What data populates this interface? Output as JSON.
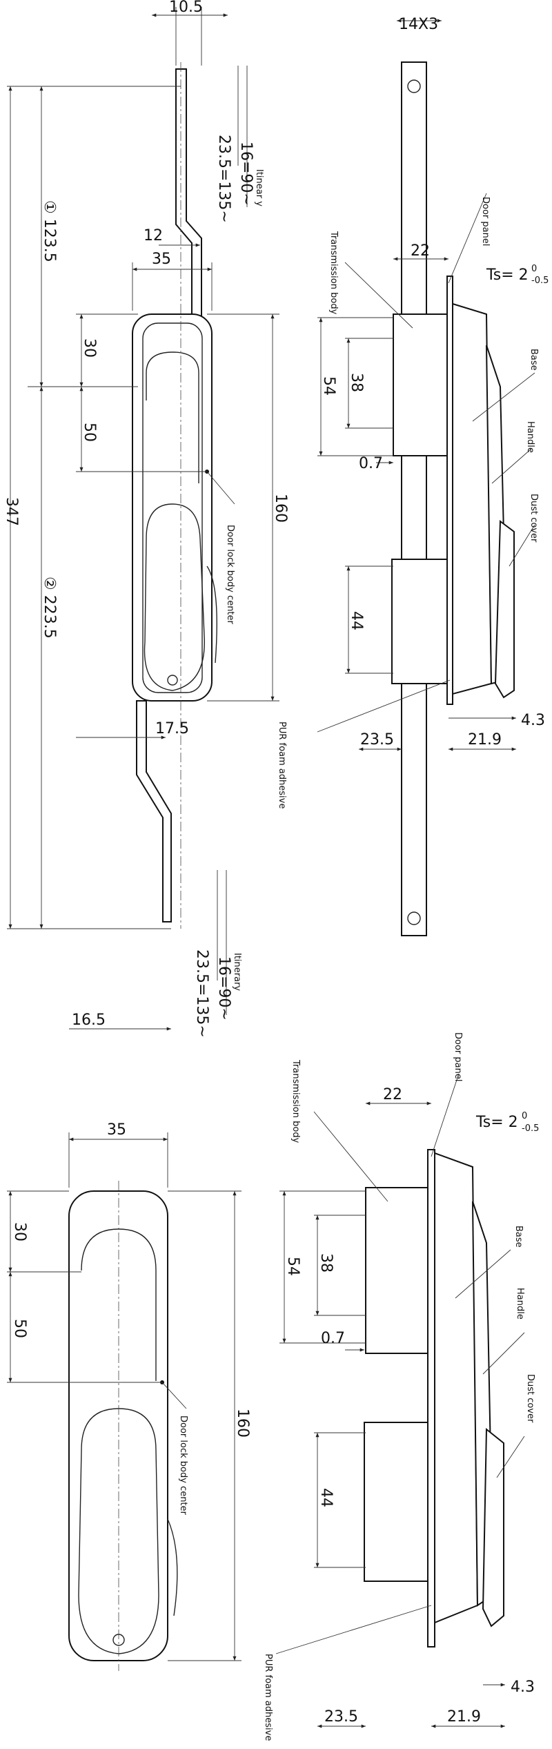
{
  "top_side_view": {
    "dims": {
      "width_top": "10.5",
      "stroke": "12",
      "width": "35",
      "d30": "30",
      "d50": "50",
      "length": "160",
      "total": "347",
      "upper_rod": "① 123.5",
      "lower_rod": "② 223.5",
      "offset": "17.5",
      "bottom_offset": "16.5",
      "travel_top": "16=90~",
      "travel_top_b": "23.5=135~",
      "travel_bot": "16=90~",
      "travel_bot_b": "23.5=135~"
    },
    "labels": {
      "itinerary_top": "Itinear y",
      "itinerary_bottom": "Itinerary",
      "center": "Door lock body center"
    }
  },
  "top_section_view": {
    "dims": {
      "rod": "14X3",
      "d22": "22",
      "ts": "Ts= 2",
      "ts_sup": "0",
      "ts_sub": "-0.5",
      "d54": "54",
      "d38": "38",
      "d07": "0.7",
      "d44": "44",
      "d43": "4.3",
      "d235": "23.5",
      "d219": "21.9"
    },
    "labels": {
      "door_panel": "Door panel",
      "transmission": "Transmission body",
      "base": "Base",
      "handle": "Handle",
      "dust": "Dust cover",
      "foam": "PUR foam adhesive"
    }
  },
  "bottom_front_view": {
    "dims": {
      "width": "35",
      "d30": "30",
      "d50": "50",
      "length": "160"
    },
    "labels": {
      "center": "Door lock body center"
    }
  },
  "bottom_section_view": {
    "dims": {
      "d22": "22",
      "ts": "Ts= 2",
      "ts_sup": "0",
      "ts_sub": "-0.5",
      "d54": "54",
      "d38": "38",
      "d07": "0.7",
      "d44": "44",
      "d43": "4.3",
      "d235": "23.5",
      "d219": "21.9"
    },
    "labels": {
      "door_panel": "Door panel",
      "transmission": "Transmission body",
      "base": "Base",
      "handle": "Handle",
      "dust": "Dust cover",
      "foam": "PUR foam adhesive"
    }
  }
}
